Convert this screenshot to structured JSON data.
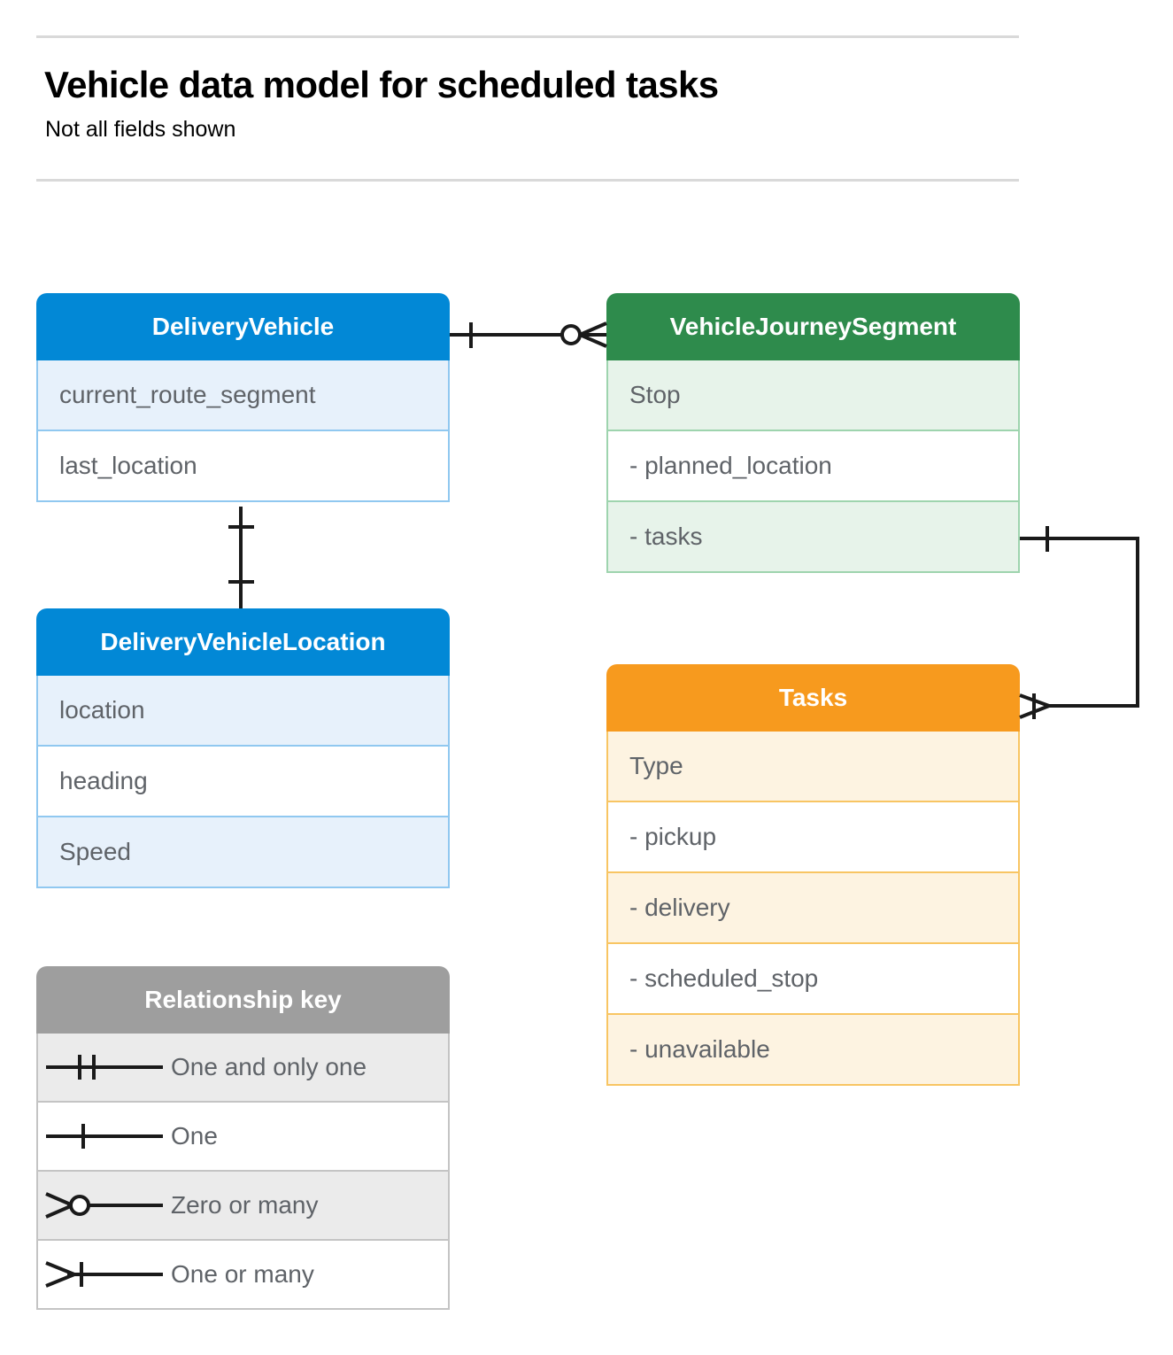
{
  "header": {
    "title": "Vehicle data model for scheduled tasks",
    "subtitle": "Not all fields shown"
  },
  "diagram": {
    "type": "entity-relationship",
    "entities": [
      {
        "id": "delivery-vehicle",
        "name": "DeliveryVehicle",
        "color": "#0288d6",
        "rows": [
          {
            "label": "current_route_segment",
            "tint": true
          },
          {
            "label": "last_location",
            "tint": false
          }
        ]
      },
      {
        "id": "vehicle-journey-segment",
        "name": "VehicleJourneySegment",
        "color": "#2e8b4c",
        "rows": [
          {
            "label": "Stop",
            "tint": true
          },
          {
            "label": "-  planned_location",
            "tint": false
          },
          {
            "label": "- tasks",
            "tint": true
          }
        ]
      },
      {
        "id": "delivery-vehicle-location",
        "name": "DeliveryVehicleLocation",
        "color": "#0288d6",
        "rows": [
          {
            "label": "location",
            "tint": true
          },
          {
            "label": "heading",
            "tint": false
          },
          {
            "label": "Speed",
            "tint": true
          }
        ]
      },
      {
        "id": "tasks",
        "name": "Tasks",
        "color": "#f79a1e",
        "rows": [
          {
            "label": "Type",
            "tint": true
          },
          {
            "label": "-  pickup",
            "tint": false
          },
          {
            "label": "-  delivery",
            "tint": true
          },
          {
            "label": "-  scheduled_stop",
            "tint": false
          },
          {
            "label": "-  unavailable",
            "tint": true
          }
        ]
      }
    ],
    "relationships": [
      {
        "id": "deliveryvehicle-to-vehiclejourneysegment",
        "from": "DeliveryVehicle",
        "to": "VehicleJourneySegment",
        "from_cardinality": "One",
        "to_cardinality": "Zero or many"
      },
      {
        "id": "deliveryvehicle-to-deliveryvehiclelocation",
        "from": "DeliveryVehicle",
        "to": "DeliveryVehicleLocation",
        "from_cardinality": "One",
        "to_cardinality": "One"
      },
      {
        "id": "vehiclejourneysegment-tasks-to-tasks",
        "from": "VehicleJourneySegment",
        "to": "Tasks",
        "from_cardinality": "One",
        "to_cardinality": "One or many"
      }
    ]
  },
  "legend": {
    "title": "Relationship key",
    "color": "#9e9e9e",
    "items": [
      {
        "symbol": "one-and-only-one-symbol",
        "label": "One and only one",
        "tint": true
      },
      {
        "symbol": "one-symbol",
        "label": "One",
        "tint": false
      },
      {
        "symbol": "zero-or-many-symbol",
        "label": "Zero or many",
        "tint": true
      },
      {
        "symbol": "one-or-many-symbol",
        "label": "One or many",
        "tint": false
      }
    ]
  }
}
